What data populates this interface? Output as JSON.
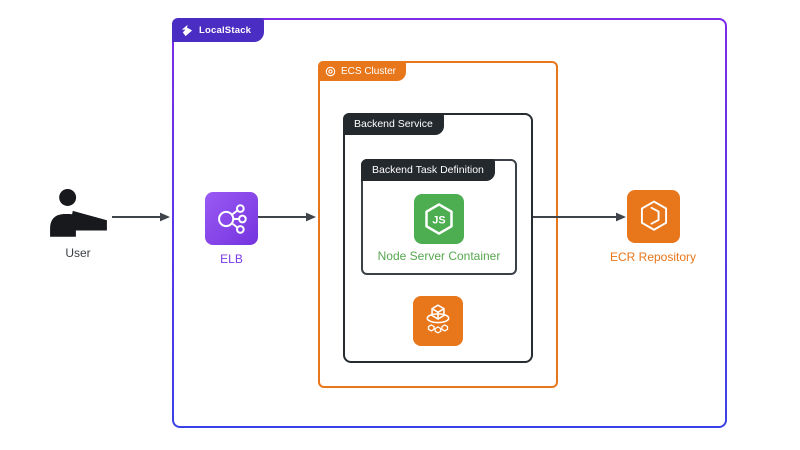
{
  "colors": {
    "outer_border_top": "#7B2BE9",
    "outer_border_bottom": "#3B41E8",
    "localstack_tab_bg": "#4A2DC2",
    "aws_orange": "#E8761B",
    "dark_tab_bg": "#24292E",
    "node_green": "#4CAE50",
    "node_label_green": "#57A74F",
    "elb_purple_gradient_start": "#9A5BF5",
    "elb_purple_gradient_end": "#7433DD",
    "elb_label_purple": "#7B3BE8",
    "arrow_gray": "#3F454B",
    "user_silhouette_black": "#17191C",
    "user_label_gray": "#3A3F45"
  },
  "groups": {
    "localstack": {
      "label": "LocalStack"
    },
    "ecs_cluster": {
      "label": "ECS Cluster"
    },
    "backend_service": {
      "label": "Backend Service"
    },
    "backend_task_definition": {
      "label": "Backend Task Definition"
    }
  },
  "nodes": {
    "user": {
      "label": "User"
    },
    "elb": {
      "label": "ELB"
    },
    "node_server_container": {
      "label": "Node Server Container",
      "badge": "JS"
    },
    "ecr_repository": {
      "label": "ECR Repository"
    }
  },
  "icons": {
    "localstack_logo": "localstack-logo-icon",
    "ecs_cluster_badge": "ecs-cluster-icon",
    "nodejs": "nodejs-hexagon-js-icon",
    "ecs_service": "ecs-cube-ring-icon",
    "elb": "elastic-load-balancer-icon",
    "ecr": "ecr-cube-icon",
    "user": "person-at-laptop-icon"
  }
}
